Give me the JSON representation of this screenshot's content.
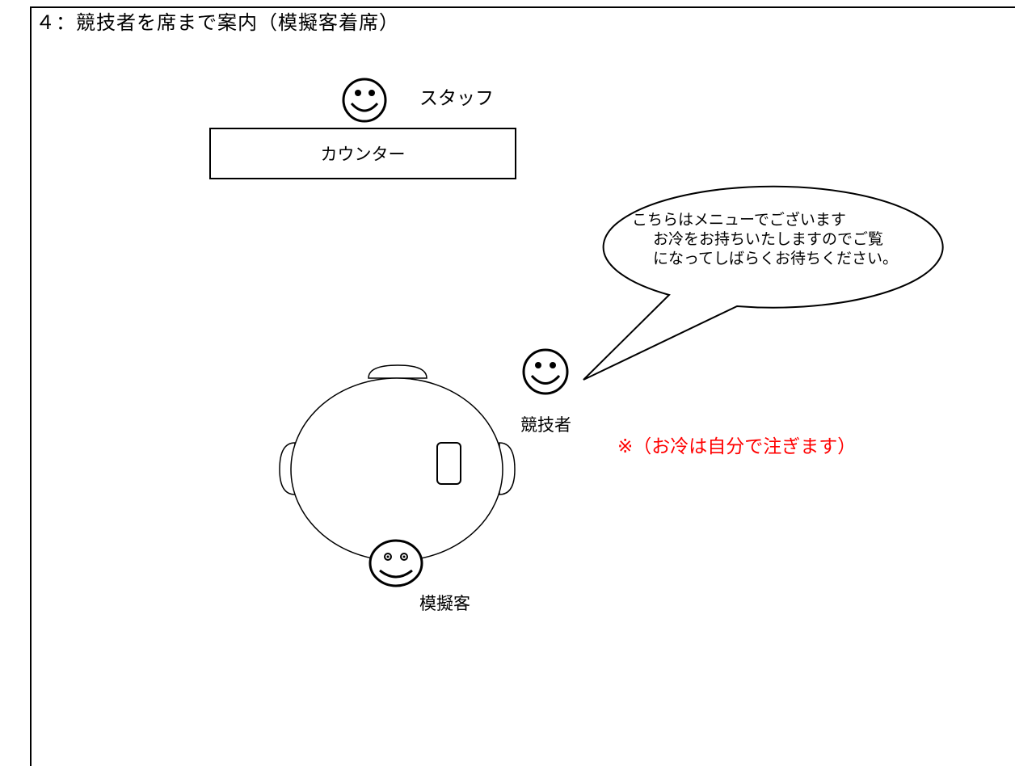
{
  "title": "４：競技者を席まで案内（模擬客着席）",
  "staff_label": "スタッフ",
  "counter_label": "カウンター",
  "speech": {
    "lines": [
      "こちらはメニューでございます",
      "お冷をお持ちいたしますのでご覧",
      "になってしばらくお待ちください。"
    ]
  },
  "competitor_label": "競技者",
  "guest_label": "模擬客",
  "note": "※（お冷は自分で注ぎます）",
  "colors": {
    "note": "#ff0000",
    "line": "#000000"
  }
}
